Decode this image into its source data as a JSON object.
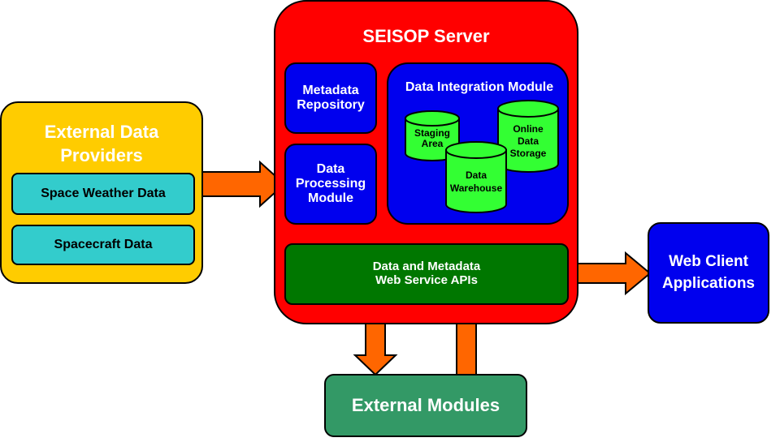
{
  "external_providers": {
    "title": "External Data\nProviders",
    "items": [
      "Space Weather Data",
      "Spacecraft Data"
    ]
  },
  "server": {
    "title": "SEISOP Server",
    "metadata_repository": "Metadata\nRepository",
    "data_processing_module": "Data\nProcessing\nModule",
    "data_integration_module": {
      "title": "Data Integration Module",
      "staging_area": "Staging\nArea",
      "online_data_storage": "Online\nData\nStorage",
      "data_warehouse": "Data\nWarehouse"
    },
    "web_service_apis": "Data and Metadata\nWeb Service APIs"
  },
  "web_client": "Web Client\nApplications",
  "external_modules": "External Modules",
  "colors": {
    "server": "#ff0000",
    "module_blue": "#0000ee",
    "api_green": "#007700",
    "cylinder_green": "#33ff33",
    "provider_yellow": "#ffcc00",
    "provider_teal": "#33cccc",
    "external_modules": "#339966",
    "arrow_orange": "#ff6600"
  }
}
